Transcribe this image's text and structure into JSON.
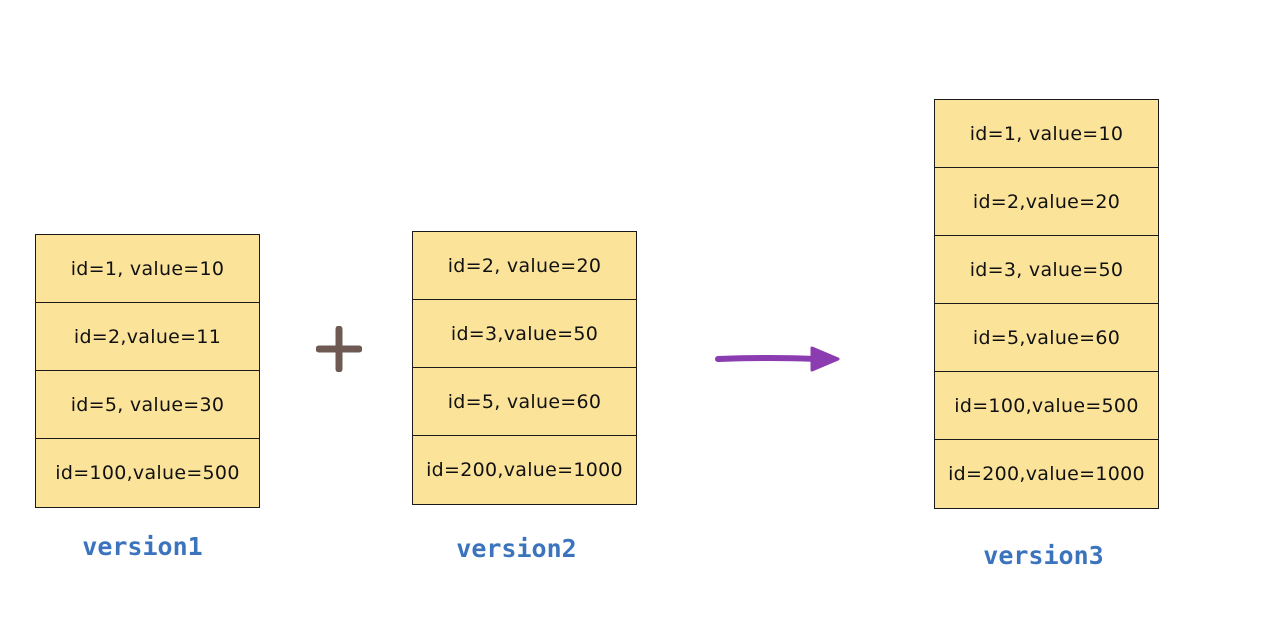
{
  "tables": [
    {
      "label": "version1",
      "rows": [
        "id=1, value=10",
        "id=2,value=11",
        "id=5, value=30",
        "id=100,value=500"
      ]
    },
    {
      "label": "version2",
      "rows": [
        "id=2, value=20",
        "id=3,value=50",
        "id=5, value=60",
        "id=200,value=1000"
      ]
    },
    {
      "label": "version3",
      "rows": [
        "id=1, value=10",
        "id=2,value=20",
        "id=3, value=50",
        "id=5,value=60",
        "id=100,value=500",
        "id=200,value=1000"
      ]
    }
  ],
  "icons": {
    "plus": "plus-icon",
    "arrow": "arrow-right-icon"
  },
  "colors": {
    "cell_fill": "#fbe39a",
    "label": "#3b73bd",
    "plus": "#6e5a52",
    "arrow": "#8a3cb0"
  }
}
